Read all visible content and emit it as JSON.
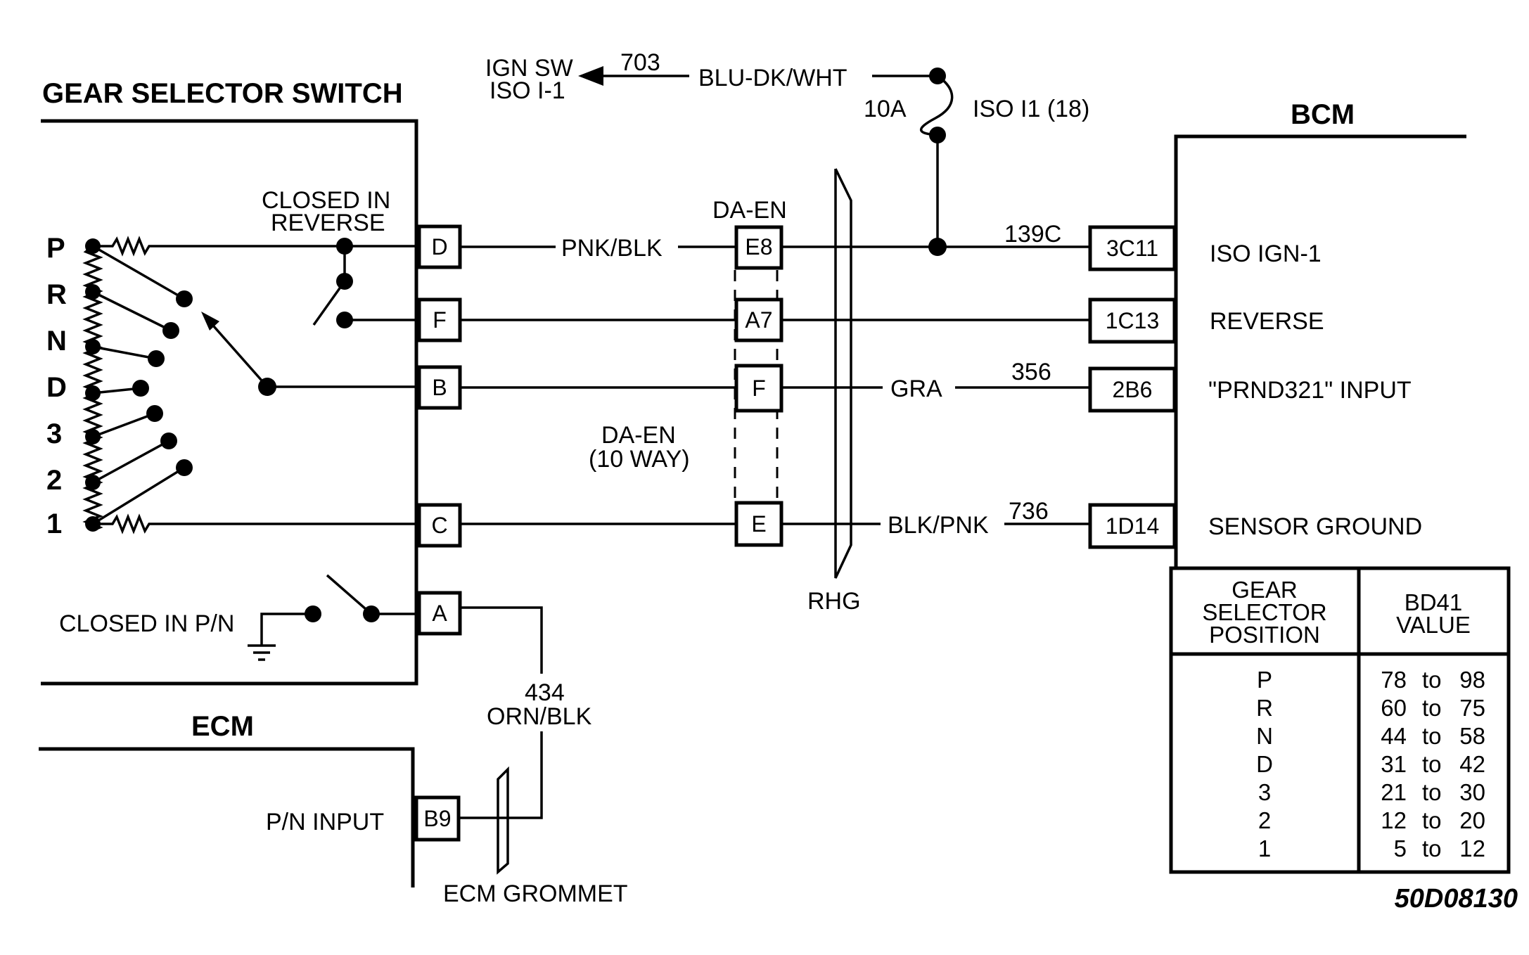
{
  "titles": {
    "gear_selector_switch": "GEAR SELECTOR SWITCH",
    "bcm": "BCM",
    "ecm": "ECM"
  },
  "gear_positions": [
    "P",
    "R",
    "N",
    "D",
    "3",
    "2",
    "1"
  ],
  "switch_labels": {
    "closed_in_reverse_1": "CLOSED IN",
    "closed_in_reverse_2": "REVERSE",
    "closed_in_pn": "CLOSED IN P/N"
  },
  "switch_pins": [
    "D",
    "F",
    "B",
    "C",
    "A"
  ],
  "ign": {
    "line1": "IGN SW",
    "line2": "ISO I-1",
    "circuit": "703",
    "wire_color": "BLU-DK/WHT",
    "fuse": "10A",
    "fuse_name": "ISO I1 (18)"
  },
  "connector": {
    "name_top": "DA-EN",
    "name_mid_1": "DA-EN",
    "name_mid_2": "(10 WAY)",
    "pins": [
      "E8",
      "A7",
      "F",
      "E"
    ]
  },
  "wires": {
    "pnk_blk": "PNK/BLK",
    "gra": "GRA",
    "blk_pnk": "BLK/PNK",
    "c139": "139C",
    "c356": "356",
    "c736": "736",
    "c434": "434",
    "orn_blk": "ORN/BLK"
  },
  "grommets": {
    "rhg": "RHG",
    "ecm_grommet": "ECM GROMMET"
  },
  "bcm_pins": [
    {
      "pin": "3C11",
      "label": "ISO IGN-1"
    },
    {
      "pin": "1C13",
      "label": "REVERSE"
    },
    {
      "pin": "2B6",
      "label": "\"PRND321\" INPUT"
    },
    {
      "pin": "1D14",
      "label": "SENSOR GROUND"
    }
  ],
  "ecm": {
    "pin": "B9",
    "label": "P/N INPUT"
  },
  "table": {
    "header_left": [
      "GEAR",
      "SELECTOR",
      "POSITION"
    ],
    "header_right": [
      "BD41",
      "VALUE"
    ],
    "rows": [
      {
        "pos": "P",
        "low": "78",
        "to": "to",
        "high": "98"
      },
      {
        "pos": "R",
        "low": "60",
        "to": "to",
        "high": "75"
      },
      {
        "pos": "N",
        "low": "44",
        "to": "to",
        "high": "58"
      },
      {
        "pos": "D",
        "low": "31",
        "to": "to",
        "high": "42"
      },
      {
        "pos": "3",
        "low": "21",
        "to": "to",
        "high": "30"
      },
      {
        "pos": "2",
        "low": "12",
        "to": "to",
        "high": "20"
      },
      {
        "pos": "1",
        "low": "5",
        "to": "to",
        "high": "12"
      }
    ]
  },
  "figure_id": "50D08130"
}
